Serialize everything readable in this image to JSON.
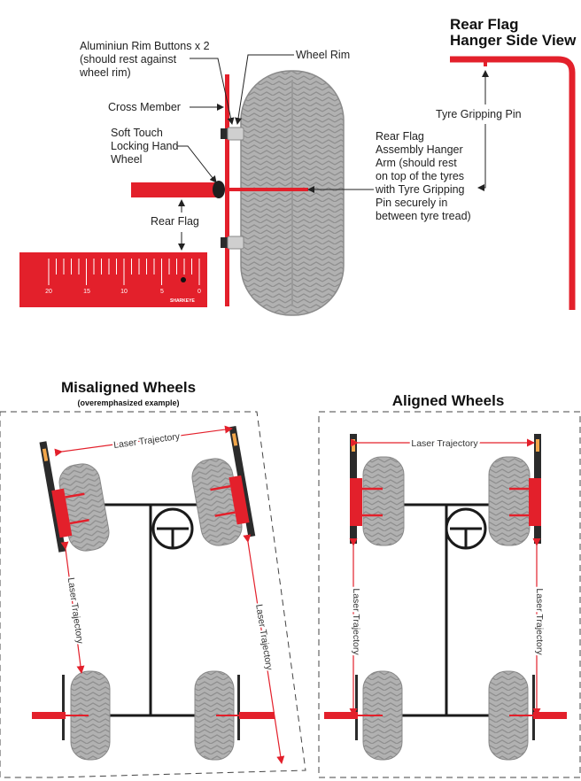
{
  "top_diagram": {
    "labels": {
      "rim_buttons_1": "Aluminiun Rim Buttons x 2",
      "rim_buttons_2": "(should rest against",
      "rim_buttons_3": "wheel rim)",
      "wheel_rim": "Wheel Rim",
      "cross_member": "Cross Member",
      "soft_touch_1": "Soft Touch",
      "soft_touch_2": "Locking Hand",
      "soft_touch_3": "Wheel",
      "rear_flag": "Rear Flag",
      "hanger_arm_1": "Rear Flag",
      "hanger_arm_2": "Assembly Hanger",
      "hanger_arm_3": "Arm (should rest",
      "hanger_arm_4": "on top of the tyres",
      "hanger_arm_5": "with Tyre Gripping",
      "hanger_arm_6": "Pin securely in",
      "hanger_arm_7": "between tyre tread)",
      "side_view_title_1": "Rear Flag",
      "side_view_title_2": "Hanger Side View",
      "tyre_gripping_pin": "Tyre Gripping Pin"
    },
    "scale_ticks": [
      "20",
      "15",
      "10",
      "5",
      "0"
    ],
    "brand": "SHARKEYE"
  },
  "misaligned": {
    "title": "Misaligned Wheels",
    "subtitle": "(overemphasized example)",
    "laser_top": "Laser Trajectory",
    "laser_left": "Laser Trajectory",
    "laser_right": "Laser Trajectory"
  },
  "aligned": {
    "title": "Aligned Wheels",
    "laser_top": "Laser Trajectory",
    "laser_left": "Laser Trajectory",
    "laser_right": "Laser Trajectory"
  },
  "colors": {
    "red": "#e3202b",
    "dark": "#2b2b2b",
    "tyre": "#a9a9a9"
  }
}
